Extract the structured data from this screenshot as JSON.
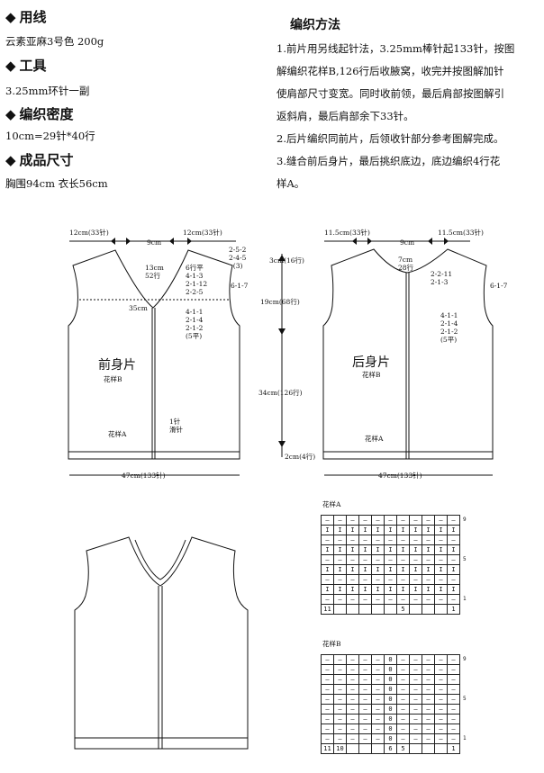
{
  "yarn": {
    "title": "用线",
    "text": "云素亚麻3号色 200g"
  },
  "tools": {
    "title": "工具",
    "text": "3.25mm环针一副"
  },
  "gauge": {
    "title": "编织密度",
    "text": "10cm=29针*40行"
  },
  "size": {
    "title": "成品尺寸",
    "text": "胸围94cm 衣长56cm"
  },
  "method": {
    "title": "编织方法",
    "lines": [
      "1.前片用另线起针法，3.25mm棒针起133针，按图",
      "解编织花样B,126行后收腋窝，收完并按图解加针",
      "使肩部尺寸变宽。同时收前领，最后肩部按图解引",
      "返斜肩，最后肩部余下33针。",
      "2.后片编织同前片，后领收针部分参考图解完成。",
      "3.缝合前后身片，最后挑织底边，底边编织4行花",
      "样A。"
    ]
  },
  "front": {
    "title": "前身片",
    "pattern": "花样B",
    "shoulder_left": "12cm(33针)",
    "neck_width": "9cm",
    "shoulder_right": "12cm(33针)",
    "neck_depth": "13cm\n52行",
    "neck_dec": "6行平\n4-1-3\n2-1-12\n2-2-5",
    "shoulder_dec": "2-5-2\n2-4-5\n  (3)",
    "shoulder_side": "6-1-7",
    "armhole_mark": "35cm",
    "armhole_dec": "4-1-1\n2-1-4\n2-1-2\n(5平)",
    "border": "花样A",
    "center": "1针\n滑针",
    "bottom": "47cm(133针)"
  },
  "back": {
    "title": "后身片",
    "pattern": "花样B",
    "shoulder_left": "11.5cm(33针)",
    "neck_width": "9cm",
    "shoulder_right": "11.5cm(33针)",
    "neck_depth": "7cm\n28行",
    "neck_dec": "2-2-11\n2-1-3",
    "shoulder_side": "6-1-7",
    "armhole_dec": "4-1-1\n2-1-4\n2-1-2\n(5平)",
    "border": "花样A",
    "bottom": "47cm(133针)"
  },
  "vertical": {
    "top": "3cm(16行)",
    "armhole": "19cm(68行)",
    "body": "34cm(126行)",
    "border": "2cm(4行)"
  },
  "chartA": {
    "title": "花样A",
    "rows": [
      [
        "—",
        "—",
        "—",
        "—",
        "—",
        "—",
        "—",
        "—",
        "—",
        "—",
        "—"
      ],
      [
        "I",
        "I",
        "I",
        "I",
        "I",
        "I",
        "I",
        "I",
        "I",
        "I",
        "I"
      ],
      [
        "—",
        "—",
        "—",
        "—",
        "—",
        "—",
        "—",
        "—",
        "—",
        "—",
        "—"
      ],
      [
        "I",
        "I",
        "I",
        "I",
        "I",
        "I",
        "I",
        "I",
        "I",
        "I",
        "I"
      ],
      [
        "—",
        "—",
        "—",
        "—",
        "—",
        "—",
        "—",
        "—",
        "—",
        "—",
        "—"
      ],
      [
        "I",
        "I",
        "I",
        "I",
        "I",
        "I",
        "I",
        "I",
        "I",
        "I",
        "I"
      ],
      [
        "—",
        "—",
        "—",
        "—",
        "—",
        "—",
        "—",
        "—",
        "—",
        "—",
        "—"
      ],
      [
        "I",
        "I",
        "I",
        "I",
        "I",
        "I",
        "I",
        "I",
        "I",
        "I",
        "I"
      ],
      [
        "—",
        "—",
        "—",
        "—",
        "—",
        "—",
        "—",
        "—",
        "—",
        "—",
        "—"
      ]
    ],
    "row_nums": [
      "9",
      "",
      "",
      "",
      "5",
      "",
      "",
      "",
      "1"
    ],
    "col_nums": [
      "11",
      "",
      "",
      "",
      "",
      "",
      "5",
      "",
      "",
      "",
      "1"
    ]
  },
  "chartB": {
    "title": "花样B",
    "rows": [
      [
        "—",
        "—",
        "—",
        "—",
        "—",
        "0",
        "—",
        "—",
        "—",
        "—",
        "—"
      ],
      [
        "—",
        "—",
        "—",
        "—",
        "—",
        "0",
        "—",
        "—",
        "—",
        "—",
        "—"
      ],
      [
        "—",
        "—",
        "—",
        "—",
        "—",
        "0",
        "—",
        "—",
        "—",
        "—",
        "—"
      ],
      [
        "—",
        "—",
        "—",
        "—",
        "—",
        "0",
        "—",
        "—",
        "—",
        "—",
        "—"
      ],
      [
        "—",
        "—",
        "—",
        "—",
        "—",
        "0",
        "—",
        "—",
        "—",
        "—",
        "—"
      ],
      [
        "—",
        "—",
        "—",
        "—",
        "—",
        "0",
        "—",
        "—",
        "—",
        "—",
        "—"
      ],
      [
        "—",
        "—",
        "—",
        "—",
        "—",
        "0",
        "—",
        "—",
        "—",
        "—",
        "—"
      ],
      [
        "—",
        "—",
        "—",
        "—",
        "—",
        "0",
        "—",
        "—",
        "—",
        "—",
        "—"
      ],
      [
        "—",
        "—",
        "—",
        "—",
        "—",
        "0",
        "—",
        "—",
        "—",
        "—",
        "—"
      ]
    ],
    "row_nums": [
      "9",
      "",
      "",
      "",
      "5",
      "",
      "",
      "",
      "1"
    ],
    "col_nums": [
      "11",
      "10",
      "",
      "",
      "",
      "6",
      "5",
      "",
      "",
      "",
      "1"
    ]
  }
}
